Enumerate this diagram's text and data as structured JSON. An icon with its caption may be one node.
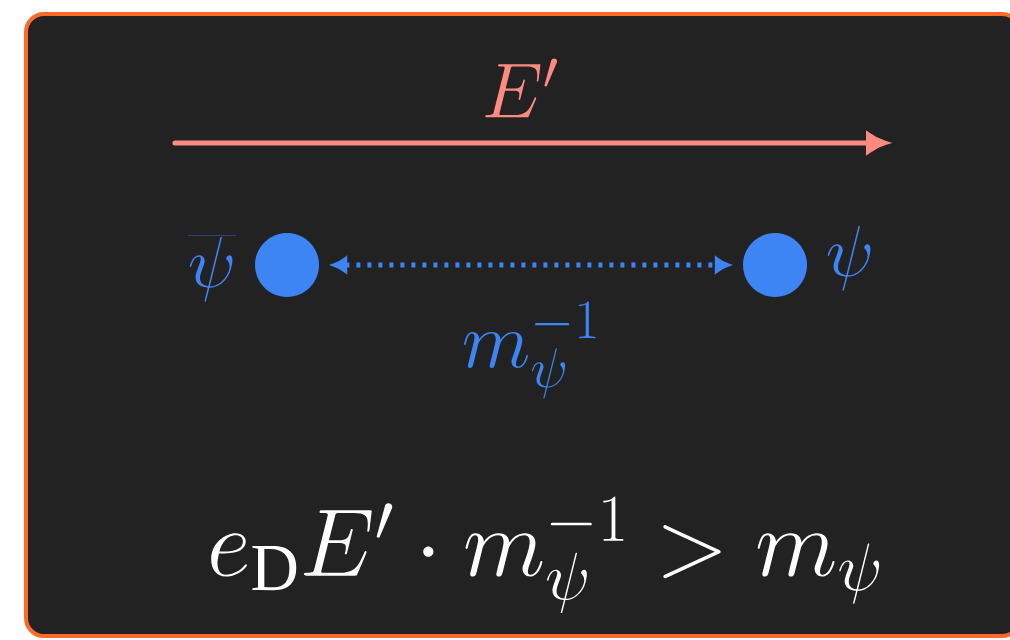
{
  "diagram": {
    "nodes": [
      {
        "text": [],
        "shape": "circle",
        "beside": [
          "\\overline{\\psi}"
        ]
      },
      {
        "text": [],
        "shape": "circle",
        "beside": [
          "\\psi"
        ]
      }
    ],
    "edges": [
      {
        "from": 0,
        "to": 1,
        "arrow": "both",
        "style": "dashed",
        "label": "m_{\\psi}^{-1}"
      }
    ],
    "labels": [
      "E'",
      "e_{\\mathrm{D}}E'\\cdot m_{\\psi}^{-1} > m_{\\psi}"
    ]
  }
}
